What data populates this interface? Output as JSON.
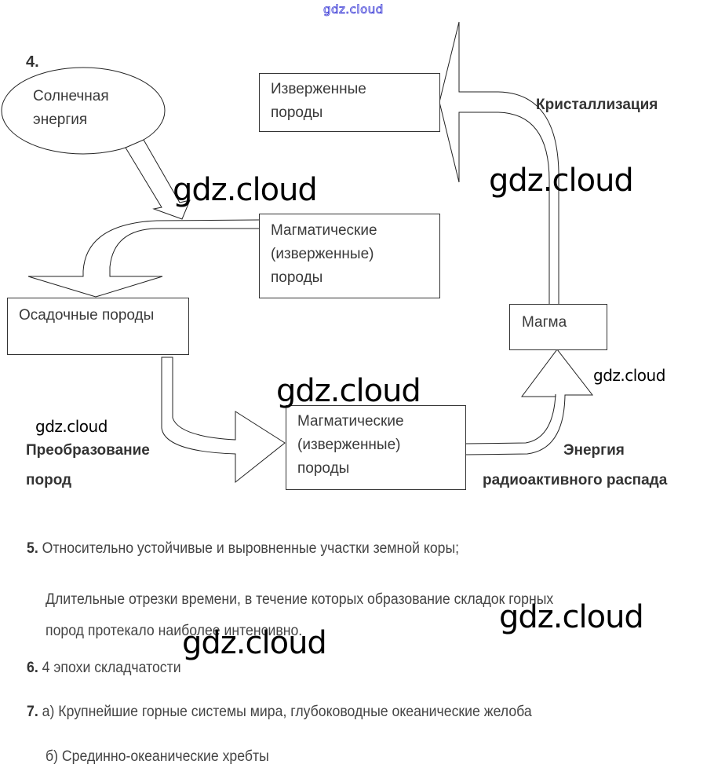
{
  "header": {
    "watermark": "gdz.cloud"
  },
  "question4": {
    "number": "4.",
    "nodes": {
      "solar_energy": [
        "Солнечная",
        "энергия"
      ],
      "igneous_top": [
        "Изверженные",
        "породы"
      ],
      "magmatic_middle": [
        "Магматические",
        "(изверженные)",
        "породы"
      ],
      "sedimentary": [
        "Осадочные породы"
      ],
      "magmatic_bottom": [
        "Магматические",
        "(изверженные)",
        "породы"
      ],
      "magma": [
        "Магма"
      ]
    },
    "arrow_labels": {
      "crystallization": "Кристаллизация",
      "transformation": [
        "Преобразование",
        "пород"
      ],
      "radioactive": [
        "Энергия",
        "радиоактивного распада"
      ]
    }
  },
  "answers": [
    {
      "number": "5.",
      "lines": [
        "Относительно устойчивые и выровненные участки земной коры;"
      ]
    },
    {
      "number": "",
      "lines": [
        "Длительные отрезки времени, в течение которых образование складок горных",
        "пород протекало наиболее интенсивно."
      ]
    },
    {
      "number": "6.",
      "lines": [
        "4 эпохи складчатости"
      ]
    },
    {
      "number": "7.",
      "lines": [
        "а) Крупнейшие горные системы мира, глубоководные океанические желоба"
      ]
    },
    {
      "number": "",
      "lines": [
        "б) Срединно-океанические хребты"
      ]
    }
  ],
  "watermarks": {
    "diagram_1": "gdz.cloud",
    "diagram_2": "gdz.cloud",
    "diagram_3": "gdz.cloud",
    "diagram_small_1": "gdz.cloud",
    "diagram_small_2": "gdz.cloud",
    "text_1": "gdz.cloud",
    "text_2": "gdz.cloud"
  }
}
